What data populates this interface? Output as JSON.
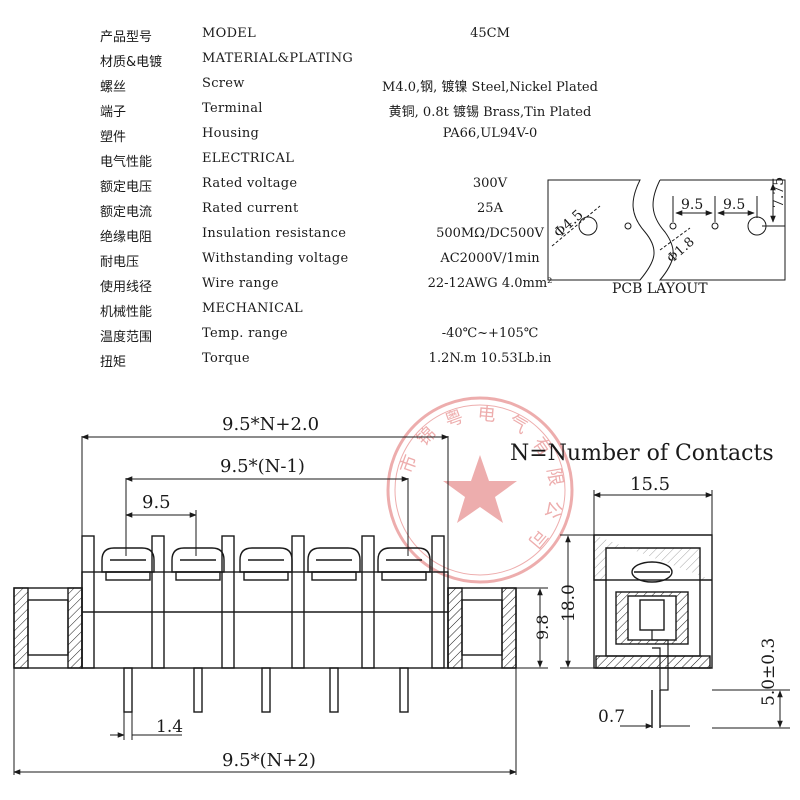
{
  "specs": [
    {
      "cn": "产品型号",
      "en": "MODEL",
      "value": "45CM"
    },
    {
      "cn": "材质&电镀",
      "en": "MATERIAL&PLATING",
      "value": ""
    },
    {
      "cn": "螺丝",
      "en": "Screw",
      "value": "M4.0,钢, 镀镍 Steel,Nickel Plated"
    },
    {
      "cn": "端子",
      "en": "Terminal",
      "value": "黄铜, 0.8t 镀锡 Brass,Tin Plated"
    },
    {
      "cn": "塑件",
      "en": "Housing",
      "value": "PA66,UL94V-0"
    },
    {
      "cn": "电气性能",
      "en": "ELECTRICAL",
      "value": ""
    },
    {
      "cn": "额定电压",
      "en": "Rated voltage",
      "value": "300V"
    },
    {
      "cn": "额定电流",
      "en": "Rated current",
      "value": "25A"
    },
    {
      "cn": "绝缘电阻",
      "en": "Insulation resistance",
      "value": "500MΩ/DC500V"
    },
    {
      "cn": "耐电压",
      "en": "Withstanding voltage",
      "value": "AC2000V/1min"
    },
    {
      "cn": "使用线径",
      "en": "Wire range",
      "value": "22-12AWG 4.0mm²"
    },
    {
      "cn": "机械性能",
      "en": "MECHANICAL",
      "value": ""
    },
    {
      "cn": "温度范围",
      "en": "Temp. range",
      "value": "-40℃~+105℃"
    },
    {
      "cn": "扭矩",
      "en": "Torque",
      "value": "1.2N.m  10.53Lb.in"
    }
  ],
  "pcb": {
    "title": "PCB LAYOUT",
    "dia_large": "Φ4.5",
    "dia_small": "Φ1.8",
    "pitch1": "9.5",
    "pitch2": "9.5",
    "offset": "7.75"
  },
  "front": {
    "overall_top": "9.5*N+2.0",
    "span": "9.5*(N-1)",
    "pitch": "9.5",
    "pin_width": "1.4",
    "overall_bottom": "9.5*(N+2)",
    "height": "9.8"
  },
  "side": {
    "note": "N=Number of Contacts",
    "width": "15.5",
    "height": "18.0",
    "pin_len": "5.0±0.3",
    "pin_thk": "0.7"
  },
  "watermark": {
    "chars": "市 锦 粤 电 气 有 限 公 司"
  },
  "colors": {
    "line": "#1a1a1a",
    "stamp": "#e06b6b"
  }
}
